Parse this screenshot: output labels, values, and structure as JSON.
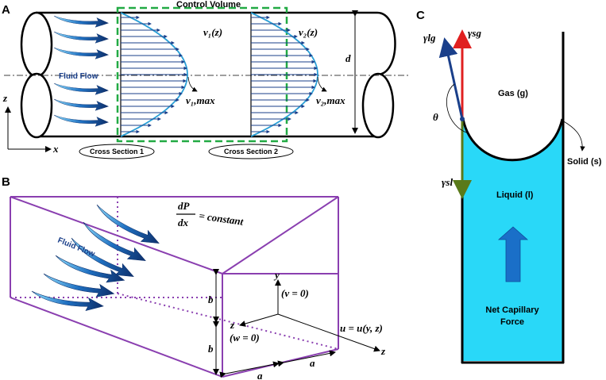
{
  "panel_a": {
    "letter": "A",
    "title": "Control Volume",
    "flow_label": "Fluid Flow",
    "v1": "v₁(z)",
    "v2": "v₂(z)",
    "v1max": "v₁,max",
    "v2max": "v₂,max",
    "d": "d",
    "axis_z": "z",
    "axis_x": "x",
    "cross1": "Cross Section 1",
    "cross2": "Cross Section 2"
  },
  "panel_b": {
    "letter": "B",
    "flow_label": "Fluid Flow",
    "dp": "dP",
    "dx": "dx",
    "constant": "= constant",
    "b_top": "b",
    "b_bottom": "b",
    "a_left": "a",
    "a_right": "a",
    "y_axis": "y",
    "z_axis": "z",
    "z_axis2": "z",
    "v_zero": "(v = 0)",
    "w_zero": "(w = 0)",
    "u_eq": "u = u(y, z)"
  },
  "panel_c": {
    "letter": "C",
    "gamma_lg": "γlg",
    "gamma_sg": "γsg",
    "gamma_sl": "γsl",
    "theta": "θ",
    "gas": "Gas (g)",
    "liquid": "Liquid (l)",
    "solid": "Solid (s)",
    "force_line1": "Net Capillary",
    "force_line2": "Force"
  },
  "colors": {
    "green_dash": "#22aa44",
    "profile": "#2a9fd6",
    "liquid": "#29d8f8",
    "box": "#8a3fb0",
    "arrow_dark": "#0d2f6b",
    "red": "#e02020",
    "navy": "#1a3f8a",
    "olive": "#5a7a1a"
  }
}
